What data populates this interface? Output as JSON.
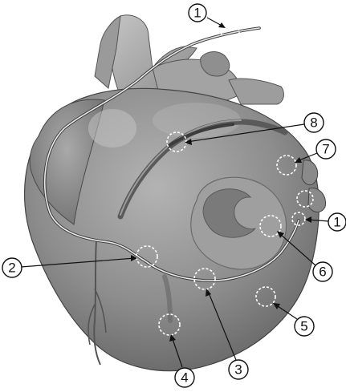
{
  "diagram": {
    "subject": "heart-illustration",
    "callouts": [
      {
        "id": "c1-top",
        "label": "1"
      },
      {
        "id": "c1-right",
        "label": "1"
      },
      {
        "id": "c2",
        "label": "2"
      },
      {
        "id": "c3",
        "label": "3"
      },
      {
        "id": "c4",
        "label": "4"
      },
      {
        "id": "c5",
        "label": "5"
      },
      {
        "id": "c6",
        "label": "6"
      },
      {
        "id": "c7",
        "label": "7"
      },
      {
        "id": "c8",
        "label": "8"
      }
    ]
  },
  "colors": {
    "heart_base": "#8a8a8a",
    "heart_highlight": "#b8b8b8",
    "heart_shadow": "#5e5e5e",
    "vessel": "#a8a8a8",
    "catheter": "#eeeeee",
    "callout_stroke": "#111111",
    "site_marker": "#ffffff"
  }
}
